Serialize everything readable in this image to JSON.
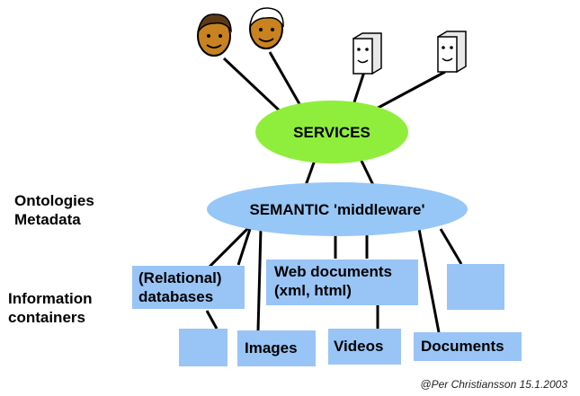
{
  "left_labels": {
    "ontologies": "Ontologies",
    "metadata": "Metadata",
    "information": "Information",
    "containers": "containers"
  },
  "nodes": {
    "services": "SERVICES",
    "middleware": "SEMANTIC 'middleware'"
  },
  "containers": {
    "relational_db": "(Relational)\ndatabases",
    "web_documents": "Web documents\n(xml, html)",
    "images": "Images",
    "videos": "Videos",
    "documents": "Documents"
  },
  "credit": "@Per Christiansson 15.1.2003",
  "colors": {
    "services_fill": "#8fee3c",
    "middleware_fill": "#96c7f7",
    "container_fill": "#99c4f6",
    "connector": "#000000"
  },
  "icons": [
    "person-face-icon",
    "elder-face-icon",
    "computer-agent-icon",
    "computer-agent-icon"
  ]
}
